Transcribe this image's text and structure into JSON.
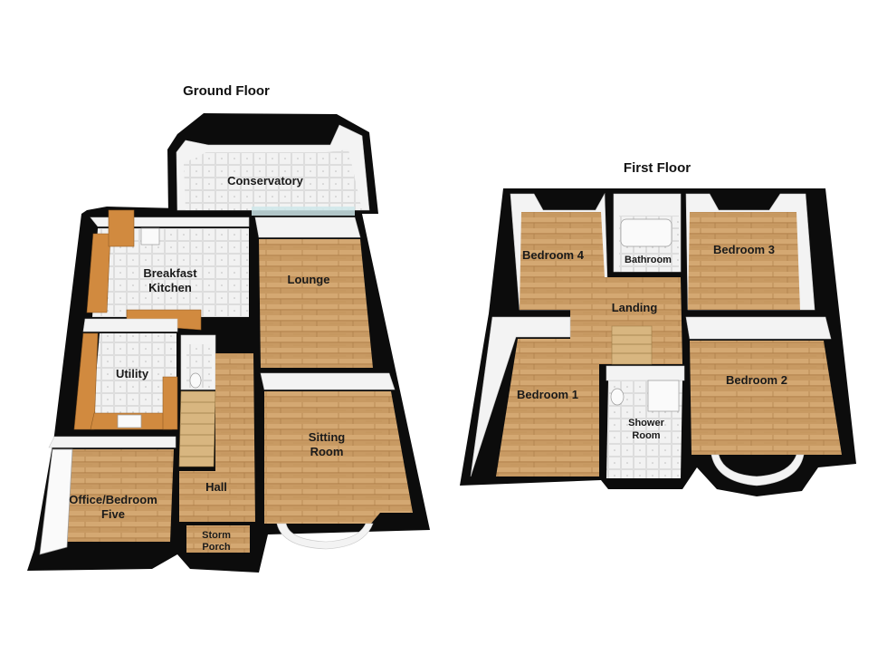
{
  "ground_floor": {
    "title": "Ground Floor",
    "rooms": {
      "conservatory": "Conservatory",
      "kitchen_line1": "Breakfast",
      "kitchen_line2": "Kitchen",
      "lounge": "Lounge",
      "utility": "Utility",
      "sitting_line1": "Sitting",
      "sitting_line2": "Room",
      "hall": "Hall",
      "office_line1": "Office/Bedroom",
      "office_line2": "Five",
      "porch_line1": "Storm",
      "porch_line2": "Porch"
    }
  },
  "first_floor": {
    "title": "First Floor",
    "rooms": {
      "bedroom4": "Bedroom 4",
      "bathroom": "Bathroom",
      "bedroom3": "Bedroom 3",
      "landing": "Landing",
      "bedroom1": "Bedroom 1",
      "bedroom2": "Bedroom 2",
      "shower_line1": "Shower",
      "shower_line2": "Room"
    }
  },
  "colors": {
    "wall": "#0c0c0c",
    "wood_floor": "#c89a63",
    "tile_floor": "#e8e8e8",
    "counter": "#d18a3f"
  }
}
